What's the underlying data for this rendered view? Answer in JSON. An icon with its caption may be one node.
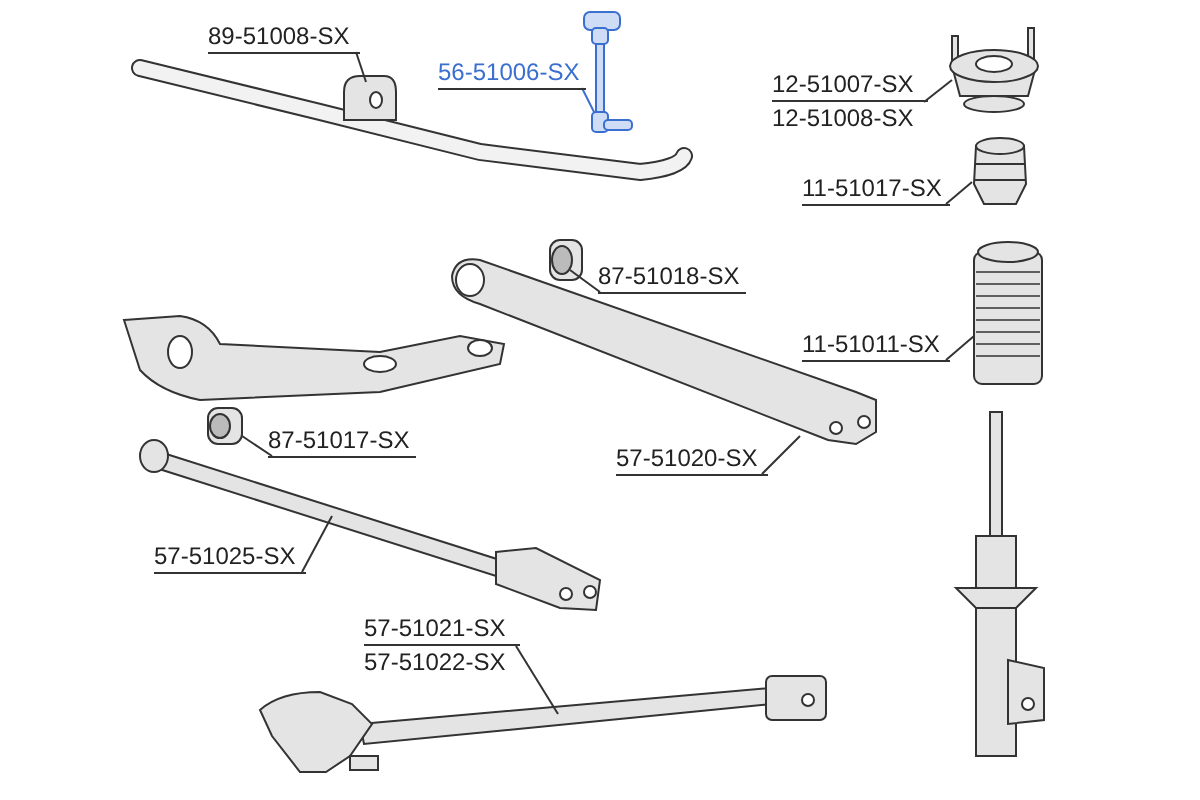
{
  "diagram": {
    "nodes": [
      {
        "text": [
          "89-51008-SX"
        ]
      },
      {
        "text": [],
        "shape": "picture"
      },
      {
        "text": [
          "56-51006-SX"
        ]
      },
      {
        "text": [],
        "shape": "picture"
      },
      {
        "text": [
          "12-51007-SX",
          "12-51008-SX"
        ]
      },
      {
        "text": [],
        "shape": "picture"
      },
      {
        "text": [
          "11-51017-SX"
        ]
      },
      {
        "text": [],
        "shape": "picture"
      },
      {
        "text": [
          "87-51018-SX"
        ]
      },
      {
        "text": [],
        "shape": "picture"
      },
      {
        "text": [
          "11-51011-SX"
        ]
      },
      {
        "text": [],
        "shape": "picture"
      },
      {
        "text": [
          "87-51017-SX"
        ]
      },
      {
        "text": [],
        "shape": "picture"
      },
      {
        "text": [
          "57-51020-SX"
        ]
      },
      {
        "text": [],
        "shape": "picture"
      },
      {
        "text": [
          "57-51025-SX"
        ]
      },
      {
        "text": [],
        "shape": "picture"
      },
      {
        "text": [
          "57-51021-SX",
          "57-51022-SX"
        ]
      },
      {
        "text": [],
        "shape": "picture"
      }
    ],
    "edges": [
      {
        "from": 0,
        "to": 1,
        "arrow": "none"
      },
      {
        "from": 2,
        "to": 3,
        "arrow": "none",
        "color": "#3a6fd0"
      },
      {
        "from": 4,
        "to": 5,
        "arrow": "none"
      },
      {
        "from": 6,
        "to": 7,
        "arrow": "none"
      },
      {
        "from": 8,
        "to": 9,
        "arrow": "none"
      },
      {
        "from": 10,
        "to": 11,
        "arrow": "none"
      },
      {
        "from": 12,
        "to": 13,
        "arrow": "none"
      },
      {
        "from": 14,
        "to": 15,
        "arrow": "none"
      },
      {
        "from": 16,
        "to": 17,
        "arrow": "none"
      },
      {
        "from": 18,
        "to": 19,
        "arrow": "none"
      }
    ]
  }
}
